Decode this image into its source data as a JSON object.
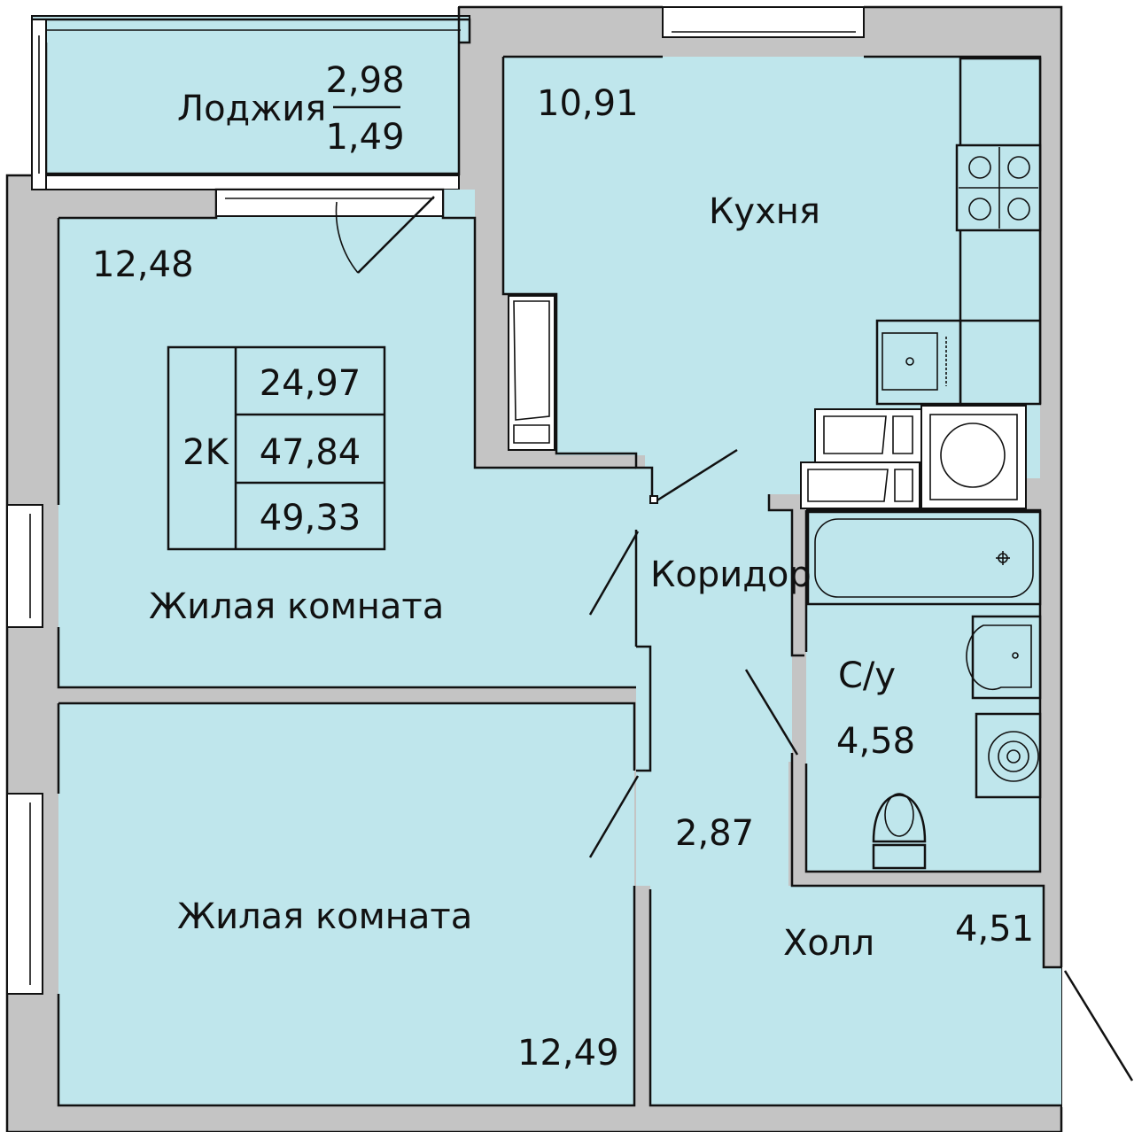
{
  "plan": {
    "type": "2K",
    "living_area": "24,97",
    "total_area": "47,84",
    "total_with_loggia": "49,33"
  },
  "rooms": {
    "loggia": {
      "name": "Лоджия",
      "area_full": "2,98",
      "area_reduced": "1,49"
    },
    "kitchen": {
      "name": "Кухня",
      "area": "10,91"
    },
    "living1": {
      "name": "Жилая комната",
      "area": "12,48"
    },
    "living2": {
      "name": "Жилая комната",
      "area": "12,49"
    },
    "corridor": {
      "name": "Коридор",
      "area": "2,87"
    },
    "bathroom": {
      "name": "С/у",
      "area": "4,58"
    },
    "hall": {
      "name": "Холл",
      "area": "4,51"
    }
  },
  "colors": {
    "room_fill": "#bfe6ec",
    "wall_fill": "#c4c4c4",
    "outline": "#111111"
  },
  "icons": [
    "stove-icon",
    "sink-icon",
    "washer-icon",
    "bathtub-icon",
    "washbasin-icon",
    "boiler-icon",
    "toilet-icon",
    "door-icon",
    "window-icon"
  ]
}
